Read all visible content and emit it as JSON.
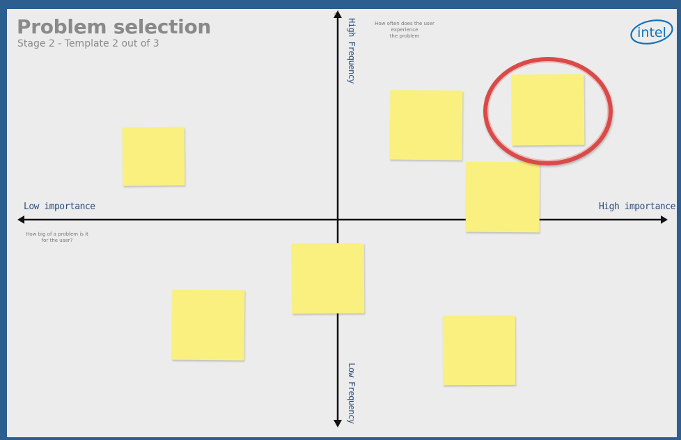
{
  "header": {
    "title": "Problem selection",
    "subtitle": "Stage 2 - Template 2 out of 3"
  },
  "logo": {
    "text": "intel",
    "color": "#0f72b8"
  },
  "axes": {
    "x_left_label": "Low importance",
    "x_right_label": "High importance",
    "y_top_label": "High Frequency",
    "y_bottom_label": "Low Frequency",
    "y_question": [
      "How often does the user experience",
      "the problem"
    ],
    "x_question": [
      "How big of a problem is it",
      "for the user?"
    ]
  },
  "stickies": {
    "count": 7,
    "color": "#faf080"
  },
  "highlight": {
    "shape": "circle",
    "color": "#d94a48"
  },
  "colors": {
    "frame": "#2c5f8f",
    "canvas": "#ececec",
    "axis": "#111111",
    "handwriting": "#2b4e7c"
  }
}
